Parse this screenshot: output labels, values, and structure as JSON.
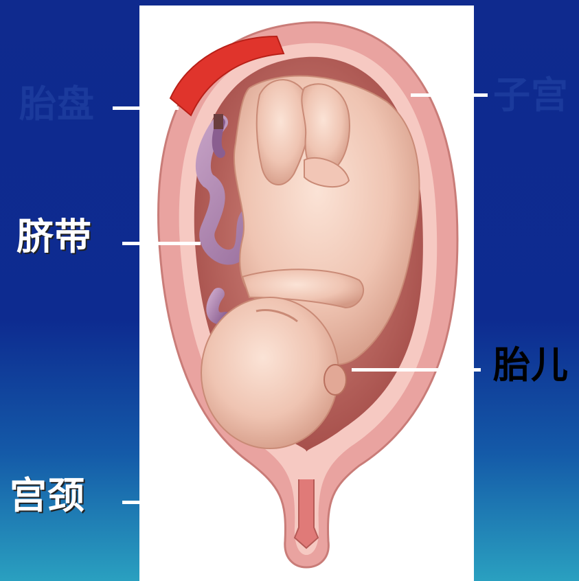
{
  "labels": {
    "placenta": {
      "text": "胎盘",
      "color": "#1b3a9c"
    },
    "uterus": {
      "text": "子宫",
      "color": "#1b3a9c"
    },
    "umbilical_cord": {
      "text": "脐带",
      "color": "#ffffff"
    },
    "fetus": {
      "text": "胎儿",
      "color": "#000000"
    },
    "cervix": {
      "text": "宫颈",
      "color": "#ffffff"
    }
  }
}
